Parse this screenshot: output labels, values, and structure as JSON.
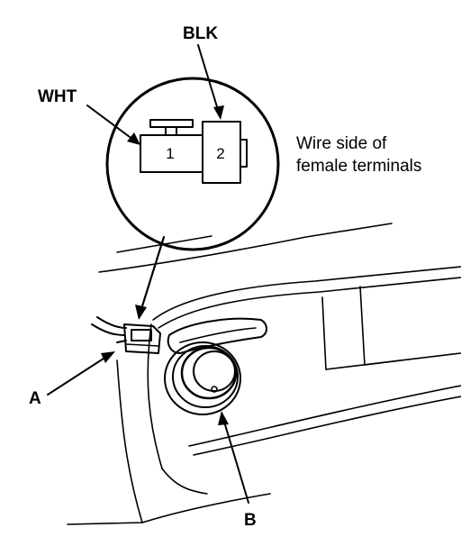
{
  "labels": {
    "wire_blk": "BLK",
    "wire_wht": "WHT",
    "pin_1": "1",
    "pin_2": "2",
    "note_line1": "Wire side of",
    "note_line2": "female terminals",
    "callout_a": "A",
    "callout_b": "B"
  },
  "colors": {
    "ink": "#000000",
    "paper": "#ffffff"
  }
}
